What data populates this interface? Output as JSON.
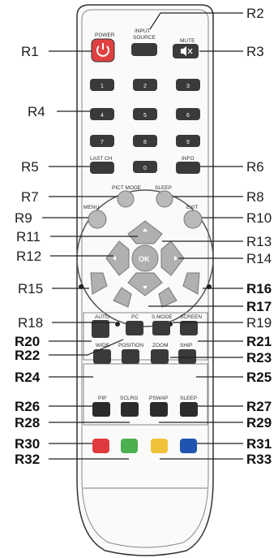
{
  "labels": {
    "r1": "R1",
    "r2": "R2",
    "r3": "R3",
    "r4": "R4",
    "r5": "R5",
    "r6": "R6",
    "r7": "R7",
    "r8": "R8",
    "r9": "R9",
    "r10": "R10",
    "r11": "R11",
    "r12": "R12",
    "r13": "R13",
    "r14": "R14",
    "r15": "R15",
    "r16": "R16",
    "r17": "R17",
    "r18": "R18",
    "r19": "R19",
    "r20": "R20",
    "r21": "R21",
    "r22": "R22",
    "r23": "R23",
    "r24": "R24",
    "r25": "R25",
    "r26": "R26",
    "r27": "R27",
    "r28": "R28",
    "r29": "R29",
    "r30": "R30",
    "r31": "R31",
    "r32": "R32",
    "r33": "R33"
  },
  "buttons": {
    "power": "POWER",
    "input_source_1": "INPUT",
    "input_source_2": "SOURCE",
    "mute": "MUTE",
    "n1": "1",
    "n2": "2",
    "n3": "3",
    "n4": "4",
    "n5": "5",
    "n6": "6",
    "n7": "7",
    "n8": "8",
    "n9": "9",
    "n0": "0",
    "last_ch": "LAST CH",
    "info": "INFO",
    "pict_mode": "PICT MODE",
    "sleep": "SLEEP",
    "menu": "MENU",
    "exit": "EXIT",
    "ok": "OK",
    "auto": "AUTO",
    "pc": "PC",
    "s_mode": "S.MODE",
    "screen": "SCREEN",
    "wide": "WIDE",
    "position": "POSITION",
    "zoom": "ZOOM",
    "ship": "SHIP",
    "pip": "PIP",
    "sclrg": "SCLRG",
    "pswap": "PSWAP",
    "sleep2": "SLEEP"
  },
  "colors": {
    "red": "#e03a3e",
    "green": "#4caf50",
    "yellow": "#f0c23a",
    "blue": "#1f54b0",
    "power": "#e04040",
    "dark": "#2b2b2b"
  }
}
